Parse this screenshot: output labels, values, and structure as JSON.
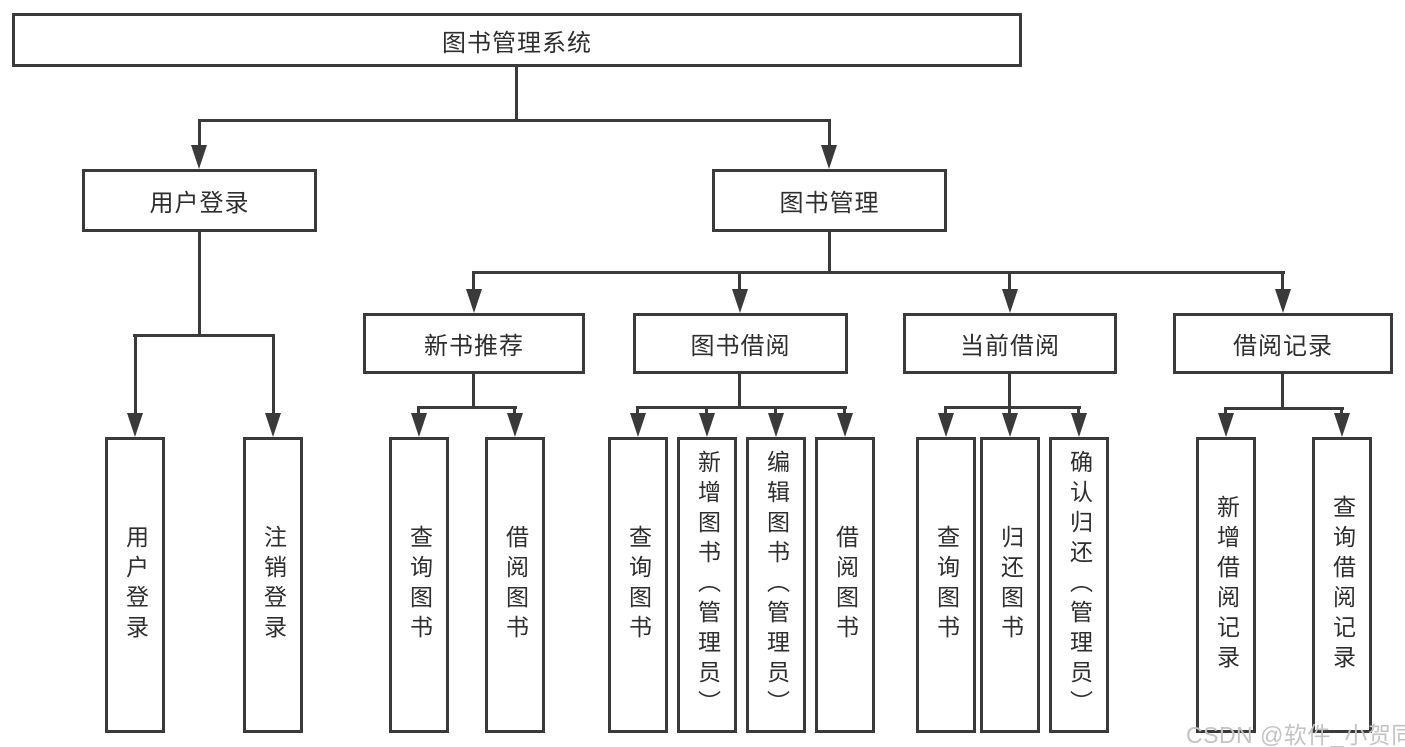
{
  "diagram": {
    "root": {
      "label": "图书管理系统"
    },
    "login": {
      "label": "用户登录",
      "children": [
        {
          "label": "用户登录"
        },
        {
          "label": "注销登录"
        }
      ]
    },
    "management": {
      "label": "图书管理",
      "sections": [
        {
          "label": "新书推荐",
          "children": [
            {
              "label": "查询图书"
            },
            {
              "label": "借阅图书"
            }
          ]
        },
        {
          "label": "图书借阅",
          "children": [
            {
              "label": "查询图书"
            },
            {
              "label": "新增图书（管理员）"
            },
            {
              "label": "编辑图书（管理员）"
            },
            {
              "label": "借阅图书"
            }
          ]
        },
        {
          "label": "当前借阅",
          "children": [
            {
              "label": "查询图书"
            },
            {
              "label": "归还图书"
            },
            {
              "label": "确认归还（管理员）"
            }
          ]
        },
        {
          "label": "借阅记录",
          "children": [
            {
              "label": "新增借阅记录"
            },
            {
              "label": "查询借阅记录"
            }
          ]
        }
      ]
    }
  },
  "watermark": {
    "text": "CSDN @软件_小贺同学"
  },
  "colors": {
    "line": "#3a3a3a",
    "text": "#2e2e2e",
    "box_background": "#ffffff",
    "watermark": "#c3c3c3"
  }
}
